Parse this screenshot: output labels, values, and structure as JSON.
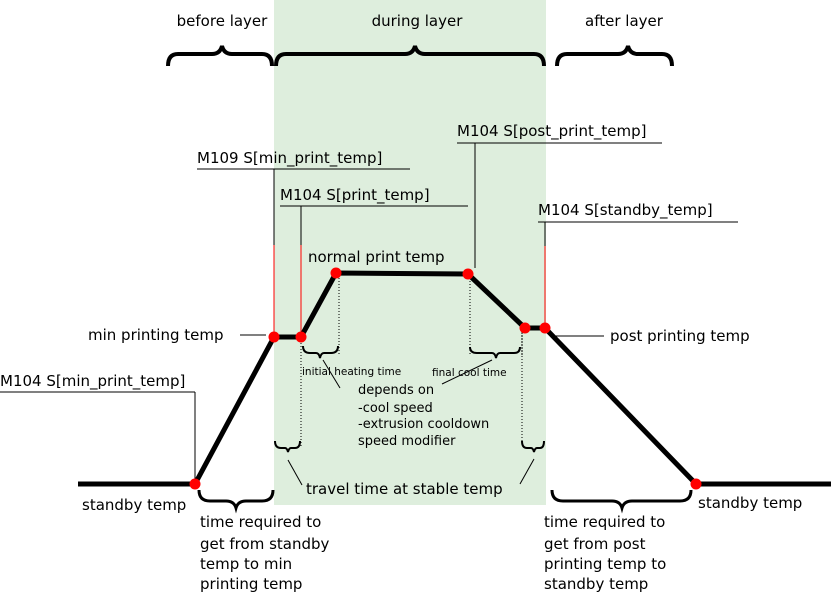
{
  "colors": {
    "band": "#deeedd",
    "curve": "#000000",
    "point": "#ff0000",
    "marker_line": "#ff0000",
    "leader_line": "#000000"
  },
  "phases": {
    "before": "before layer",
    "during": "during layer",
    "after": "after layer"
  },
  "commands": {
    "min_print": "M109 S[min_print_temp]",
    "print": "M104 S[print_temp]",
    "post_print": "M104 S[post_print_temp]",
    "standby": "M104 S[standby_temp]",
    "standby_min": "M104 S[min_print_temp]"
  },
  "labels": {
    "normal_print_temp": "normal print temp",
    "min_printing_temp": "min printing temp",
    "post_printing_temp": "post printing temp",
    "standby_left": "standby temp",
    "standby_right": "standby temp",
    "initial_heating": "initial heating time",
    "final_cool": "final cool time",
    "travel_time": "travel time at stable temp"
  },
  "depends": [
    "depends on",
    "-cool speed",
    "-extrusion cooldown",
    "speed modifier"
  ],
  "time_left": [
    "time required to",
    "get from standby",
    "temp to min",
    "printing temp"
  ],
  "time_right": [
    "time required to",
    "get from post",
    "printing temp to",
    "standby temp"
  ]
}
